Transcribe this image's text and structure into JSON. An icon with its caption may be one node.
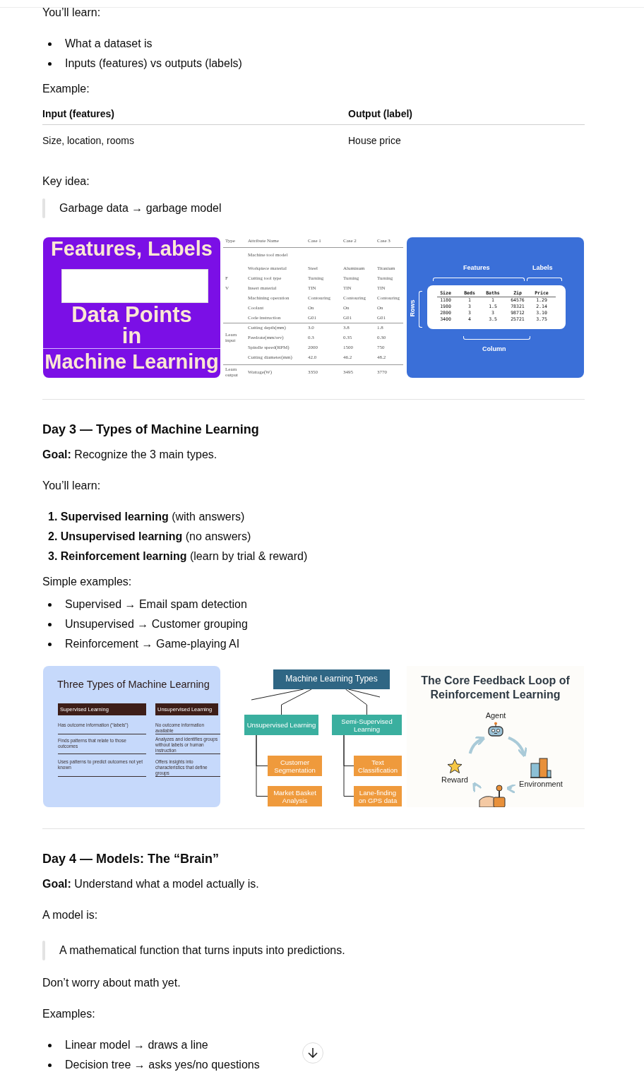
{
  "diagram": {
    "nodes": [
      {
        "text": [
          "Machine Learning Types"
        ]
      },
      {
        "text": [
          "Unsupervised Learning"
        ]
      },
      {
        "text": [
          "Semi-Supervised Learning"
        ]
      },
      {
        "text": [
          "Customer Segmentation"
        ]
      },
      {
        "text": [
          "Market Basket Analysis"
        ]
      },
      {
        "text": [
          "Text Classification"
        ]
      },
      {
        "text": [
          "Lane-finding on GPS data"
        ]
      },
      {
        "text": [
          "Agent"
        ]
      },
      {
        "text": [
          "Environment"
        ]
      },
      {
        "text": [],
        "shape": "picture"
      },
      {
        "text": [
          "Reward"
        ]
      }
    ],
    "edges": [
      {
        "from": 0,
        "to": 1,
        "arrow": "none"
      },
      {
        "from": 0,
        "to": 2,
        "arrow": "none"
      },
      {
        "from": 1,
        "to": 3,
        "arrow": "none"
      },
      {
        "from": 1,
        "to": 4,
        "arrow": "none"
      },
      {
        "from": 2,
        "to": 5,
        "arrow": "none"
      },
      {
        "from": 2,
        "to": 6,
        "arrow": "none"
      },
      {
        "from": 0,
        "to": null,
        "arrow": "none"
      },
      {
        "from": 0,
        "to": null,
        "arrow": "none"
      },
      {
        "from": 7,
        "to": 8,
        "arrow": "to",
        "style": "thick",
        "color": "#a9cad8"
      },
      {
        "from": 8,
        "to": 9,
        "arrow": "to",
        "style": "thick",
        "color": "#a9cad8"
      },
      {
        "from": 9,
        "to": 10,
        "arrow": "to",
        "style": "thick",
        "color": "#a9cad8"
      },
      {
        "from": 10,
        "to": 7,
        "arrow": "to",
        "style": "thick",
        "color": "#a9cad8"
      }
    ],
    "labels": [
      "You’ll learn:",
      "What a dataset is",
      "Inputs (features) vs outputs (labels)",
      "Example:",
      "Input (features)",
      "Output (label)",
      "Size, location, rooms",
      "House price",
      "Key idea:",
      "Garbage data → garbage model",
      "Features, Labels",
      "Data Points",
      "in",
      "Machine Learning",
      "Type",
      "Attribute Name",
      "Case 1",
      "Case 2",
      "Case 3",
      "Machine tool model",
      "Workpiece material",
      "Steel",
      "Aluminum",
      "Titanium",
      "F",
      "Cutting tool type",
      "Turning",
      "Turning",
      "Turning",
      "V",
      "Insert material",
      "TIN",
      "TIN",
      "TIN",
      "Machining operation",
      "Contouring",
      "Contouring",
      "Contouring",
      "Coolant",
      "On",
      "On",
      "On",
      "Code instruction",
      "G01",
      "G01",
      "G01",
      "Cutting depth(mm)",
      "3.0",
      "3.8",
      "1.8",
      "Learn input",
      "Feedrate(mm/rev)",
      "0.3",
      "0.35",
      "0.30",
      "Spindle speed(RPM)",
      "2000",
      "1500",
      "750",
      "Cutting diameter(mm)",
      "42.0",
      "46.2",
      "48.2",
      "Learn output",
      "Wattage(W)",
      "3350",
      "3495",
      "3770",
      "Features",
      "Labels",
      "Rows",
      "Size",
      "Beds",
      "Baths",
      "Zip",
      "Price",
      "1180",
      "1",
      "1",
      "64576",
      "1.29",
      "1980",
      "3",
      "1.5",
      "78321",
      "2.14",
      "2800",
      "3",
      "3",
      "98712",
      "3.10",
      "3400",
      "4",
      "3.5",
      "25721",
      "3.75",
      "Column",
      "Day 3 — Types of Machine Learning",
      "**Goal:** Recognize the 3 main types.",
      "You’ll learn:",
      "**1.  Supervised learning** (with answers)",
      "**2.  Unsupervised learning** (no answers)",
      "**3.  Reinforcement learning** (learn by trial & reward)",
      "Simple examples:",
      "Supervised → Email spam detection",
      "Unsupervised → Customer grouping",
      "Reinforcement → Game-playing AI",
      "Three Types of Machine Learning",
      "Supervised Learning",
      "Unsupervised Learning",
      "Has outcome information (“labels”)",
      "No outcome information available",
      "Finds patterns that relate to those outcomes",
      "Analyzes and identifies groups without labels or human instruction",
      "Uses patterns to predict outcomes not yet known",
      "Offers insights into characteristics that define groups",
      "The Core Feedback Loop of Reinforcement Learning",
      "Day 4 — Models: The “Brain”",
      "**Goal:** Understand what a model actually is.",
      "A model is:",
      "A mathematical function that turns inputs into predictions.",
      "Don’t worry about math yet.",
      "Examples:",
      "Linear model → draws a line",
      "Decision tree → asks yes/no questions"
    ]
  }
}
